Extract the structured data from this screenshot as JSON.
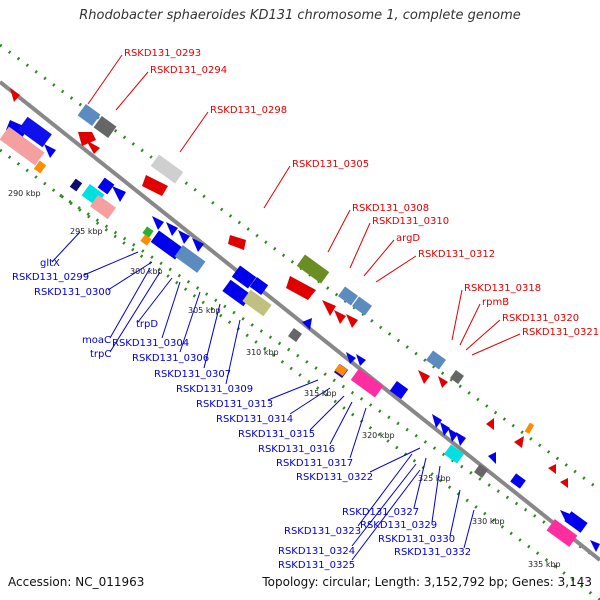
{
  "title": "Rhodobacter sphaeroides KD131 chromosome 1, complete genome",
  "accession": "Accession: NC_011963",
  "summary": "Topology: circular; Length: 3,152,792 bp; Genes: 3,143",
  "colors": {
    "backbone": "#888888",
    "top_label": "#e00000",
    "bottom_label": "#0000cc",
    "dots": "#2d8a1f"
  },
  "kbp_labels": [
    "290 kbp",
    "295 kbp",
    "300 kbp",
    "305 kbp",
    "310 kbp",
    "315 kbp",
    "320 kbp",
    "325 kbp",
    "330 kbp",
    "335 kbp"
  ],
  "top_labels": [
    "RSKD131_0293",
    "RSKD131_0294",
    "RSKD131_0298",
    "RSKD131_0305",
    "RSKD131_0308",
    "RSKD131_0310",
    "argD",
    "RSKD131_0312",
    "RSKD131_0318",
    "rpmB",
    "RSKD131_0320",
    "RSKD131_0321"
  ],
  "bottom_labels": [
    "gltX",
    "RSKD131_0299",
    "RSKD131_0300",
    "moaC",
    "trpC",
    "trpD",
    "RSKD131_0304",
    "RSKD131_0306",
    "RSKD131_0307",
    "RSKD131_0309",
    "RSKD131_0313",
    "RSKD131_0314",
    "RSKD131_0315",
    "RSKD131_0316",
    "RSKD131_0317",
    "RSKD131_0322",
    "RSKD131_0327",
    "RSKD131_0323",
    "RSKD131_0329",
    "RSKD131_0330",
    "RSKD131_0324",
    "RSKD131_0325",
    "RSKD131_0332"
  ]
}
